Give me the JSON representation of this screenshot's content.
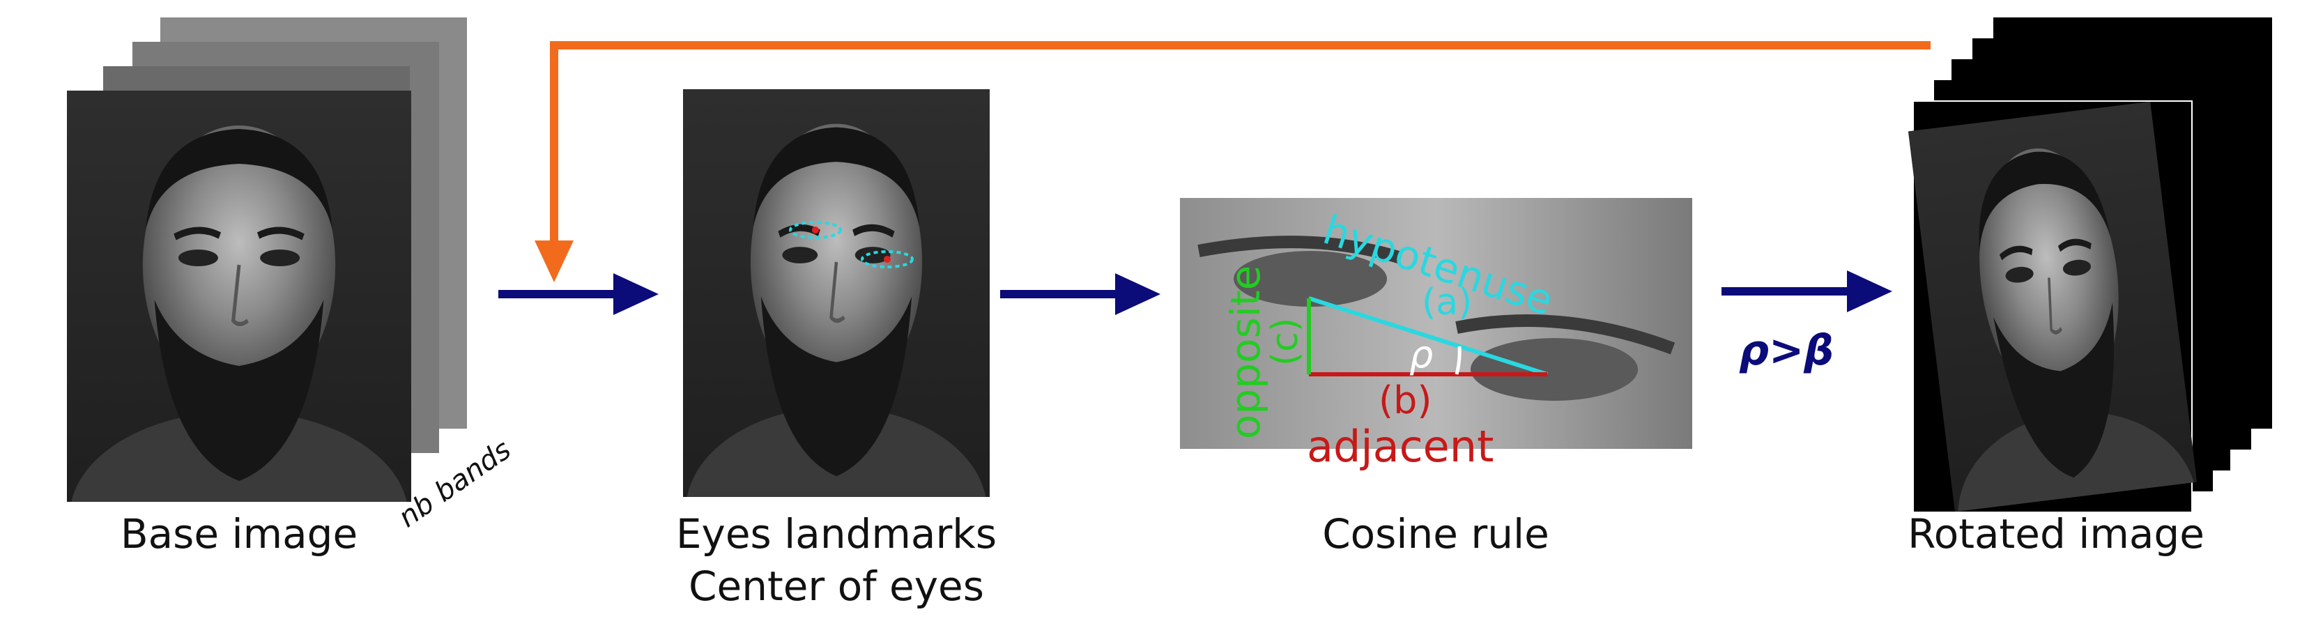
{
  "colors": {
    "arrow_navy": "#0b0b7a",
    "feedback_orange": "#f26b1d",
    "hyp_cyan": "#29d8e0",
    "adj_red": "#c81818",
    "opp_green": "#22cc22",
    "angle_white": "#ffffff"
  },
  "stages": {
    "base": {
      "caption": "Base image",
      "bands_label": "nb bands"
    },
    "landmarks": {
      "caption_line1": "Eyes landmarks",
      "caption_line2": "Center of eyes"
    },
    "cosine": {
      "caption": "Cosine rule",
      "hypotenuse": "hypotenuse",
      "hyp_letter": "(a)",
      "adjacent": "adjacent",
      "adj_letter": "(b)",
      "opposite": "opposite",
      "opp_letter": "(c)",
      "angle": "ρ"
    },
    "rotated": {
      "caption": "Rotated image",
      "condition": "ρ>β"
    }
  },
  "icons": [
    "face-photo-icon",
    "eye-landmark-icon",
    "arrow-right-icon"
  ]
}
